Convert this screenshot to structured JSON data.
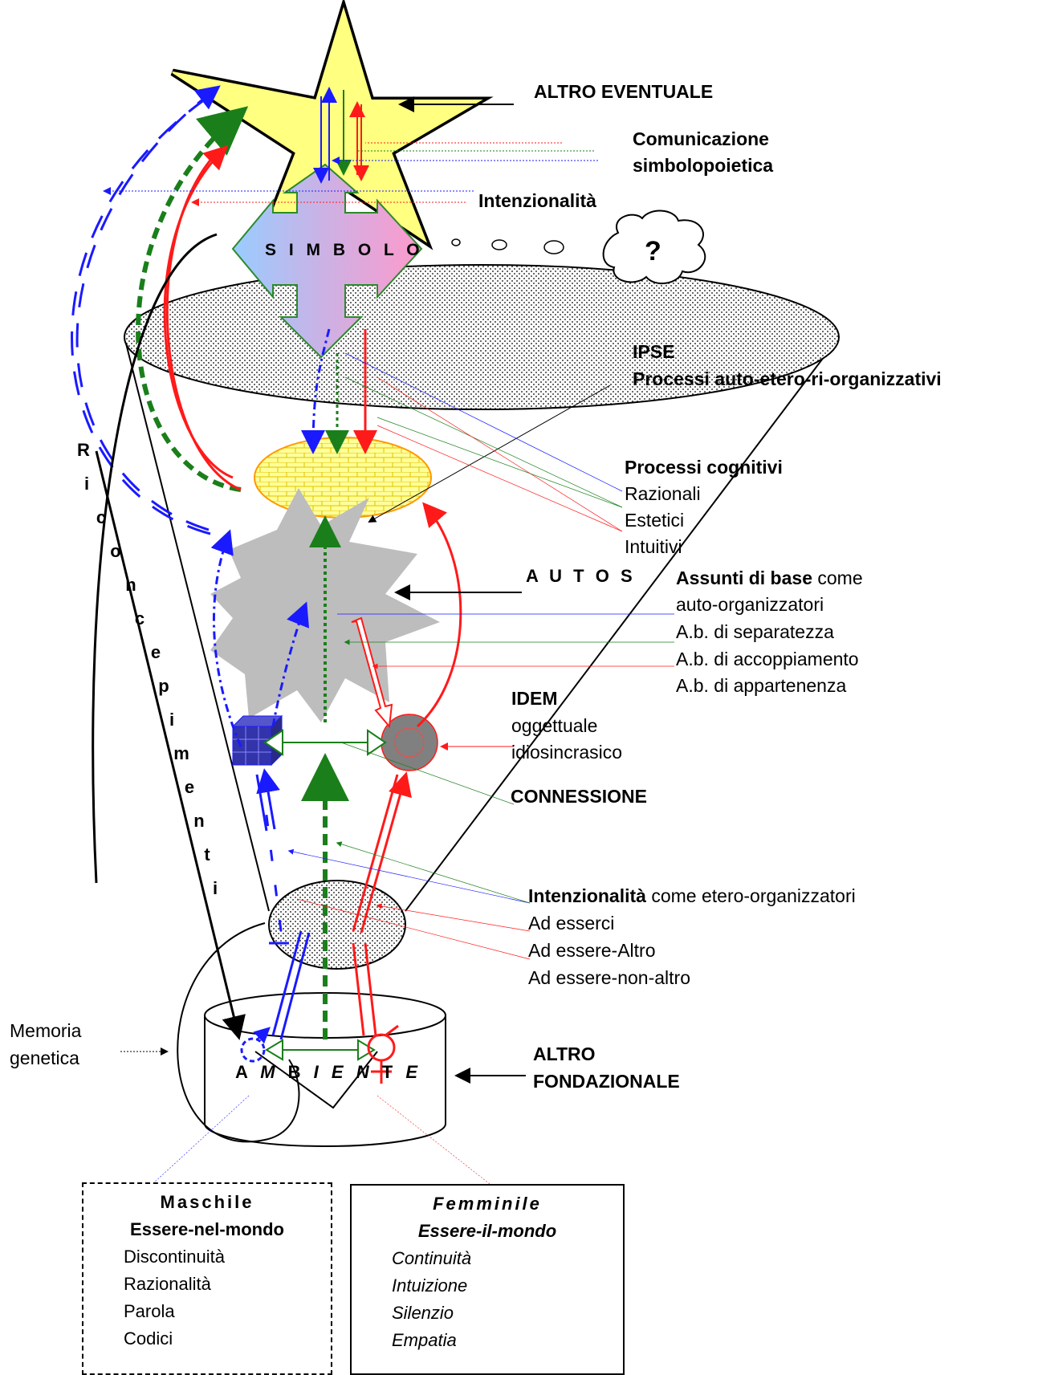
{
  "labels": {
    "altro_eventuale": "ALTRO EVENTUALE",
    "comunicazione_1": "Comunicazione",
    "comunicazione_2": "simbolopoietica",
    "intenzionalita_top": "Intenzionalità",
    "simbolo": "S I M B O L O",
    "question": "?",
    "ipse_1": "IPSE",
    "ipse_2": "Processi auto-etero-ri-organizzativi",
    "processi_title": "Processi cognitivi",
    "processi_items": [
      "Razionali",
      "Estetici",
      "Intuitivi"
    ],
    "autos": "A U T O S",
    "assunti_bold": "Assunti di base",
    "assunti_rest": " come",
    "assunti_items": [
      "auto-organizzatori",
      "A.b. di separatezza",
      "A.b. di accoppiamento",
      "A.b. di appartenenza"
    ],
    "idem_title": "IDEM",
    "idem_items": [
      "oggettuale",
      "idiosincrasico"
    ],
    "connessione": "CONNESSIONE",
    "intenz_bold": "Intenzionalità",
    "intenz_rest": " come etero-organizzatori",
    "intenz_items": [
      "Ad esserci",
      "Ad essere-Altro",
      "Ad essere-non-altro"
    ],
    "memoria_1": "Memoria",
    "memoria_2": "genetica",
    "altro_fond_1": "ALTRO",
    "altro_fond_2": "FONDAZIONALE",
    "ambiente": [
      "A",
      "M",
      "B",
      "I",
      "E",
      "N",
      "T",
      "E"
    ],
    "riconcepimenti": [
      "R",
      "i",
      "c",
      "o",
      "n",
      "c",
      "e",
      "p",
      "i",
      "m",
      "e",
      "n",
      "t",
      "i"
    ]
  },
  "maschile": {
    "title": "Maschile",
    "subtitle": "Essere-nel-mondo",
    "items": [
      "Discontinuità",
      "Razionalità",
      "Parola",
      "Codici"
    ]
  },
  "femminile": {
    "title": "Femminile",
    "subtitle": "Essere-il-mondo",
    "items": [
      "Continuità",
      "Intuizione",
      "Silenzio",
      "Empatia"
    ]
  },
  "colors": {
    "blue": "#1a1aff",
    "green": "#1a7f1a",
    "red": "#ff1a1a",
    "star_fill": "#ffff80",
    "ellipse_fill": "#ffff99",
    "ellipse_stroke": "#ff9900",
    "autos_fill": "#bdbdbd",
    "idem_fill": "#808080",
    "cube_fill": "#3333aa"
  }
}
